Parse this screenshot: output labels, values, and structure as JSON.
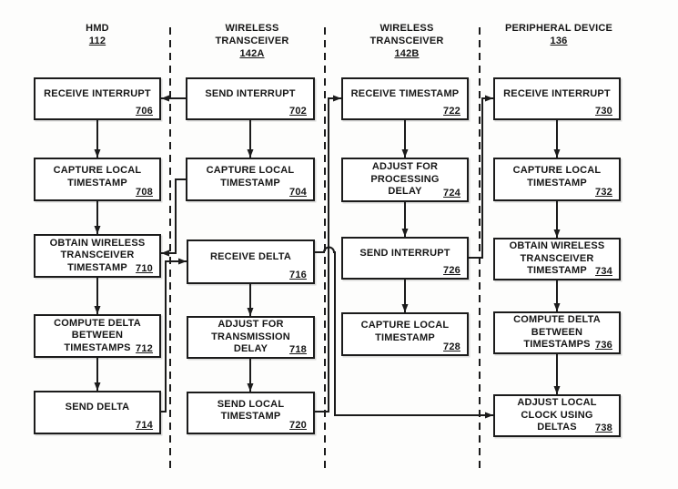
{
  "columns": [
    {
      "l1": "HMD",
      "ref": "112"
    },
    {
      "l1": "WIRELESS",
      "l2": "TRANSCEIVER",
      "ref": "142A"
    },
    {
      "l1": "WIRELESS",
      "l2": "TRANSCEIVER",
      "ref": "142B"
    },
    {
      "l1": "PERIPHERAL DEVICE",
      "ref": "136"
    }
  ],
  "boxes": {
    "b706": {
      "l1": "RECEIVE INTERRUPT",
      "ref": "706"
    },
    "b708": {
      "l1": "CAPTURE LOCAL",
      "l2": "TIMESTAMP",
      "ref": "708"
    },
    "b710": {
      "l1": "OBTAIN WIRELESS",
      "l2": "TRANSCEIVER",
      "l3": "TIMESTAMP",
      "ref": "710"
    },
    "b712": {
      "l1": "COMPUTE DELTA",
      "l2": "BETWEEN",
      "l3": "TIMESTAMPS",
      "ref": "712"
    },
    "b714": {
      "l1": "SEND DELTA",
      "ref": "714"
    },
    "b702": {
      "l1": "SEND INTERRUPT",
      "ref": "702"
    },
    "b704": {
      "l1": "CAPTURE LOCAL",
      "l2": "TIMESTAMP",
      "ref": "704"
    },
    "b716": {
      "l1": "RECEIVE DELTA",
      "ref": "716"
    },
    "b718": {
      "l1": "ADJUST FOR",
      "l2": "TRANSMISSION",
      "l3": "DELAY",
      "ref": "718"
    },
    "b720": {
      "l1": "SEND LOCAL",
      "l2": "TIMESTAMP",
      "ref": "720"
    },
    "b722": {
      "l1": "RECEIVE TIMESTAMP",
      "ref": "722"
    },
    "b724": {
      "l1": "ADJUST FOR",
      "l2": "PROCESSING",
      "l3": "DELAY",
      "ref": "724"
    },
    "b726": {
      "l1": "SEND INTERRUPT",
      "ref": "726"
    },
    "b728": {
      "l1": "CAPTURE LOCAL",
      "l2": "TIMESTAMP",
      "ref": "728"
    },
    "b730": {
      "l1": "RECEIVE INTERRUPT",
      "ref": "730"
    },
    "b732": {
      "l1": "CAPTURE LOCAL",
      "l2": "TIMESTAMP",
      "ref": "732"
    },
    "b734": {
      "l1": "OBTAIN WIRELESS",
      "l2": "TRANSCEIVER",
      "l3": "TIMESTAMP",
      "ref": "734"
    },
    "b736": {
      "l1": "COMPUTE DELTA",
      "l2": "BETWEEN",
      "l3": "TIMESTAMPS",
      "ref": "736"
    },
    "b738": {
      "l1": "ADJUST LOCAL",
      "l2": "CLOCK USING",
      "l3": "DELTAS",
      "ref": "738"
    }
  },
  "edges": [
    {
      "from": "702",
      "to": "706"
    },
    {
      "from": "706",
      "to": "708"
    },
    {
      "from": "702",
      "to": "704"
    },
    {
      "from": "708",
      "to": "710"
    },
    {
      "from": "704",
      "to": "710"
    },
    {
      "from": "710",
      "to": "712"
    },
    {
      "from": "712",
      "to": "714"
    },
    {
      "from": "714",
      "to": "716"
    },
    {
      "from": "716",
      "to": "718"
    },
    {
      "from": "718",
      "to": "720"
    },
    {
      "from": "716",
      "to": "738"
    },
    {
      "from": "720",
      "to": "722"
    },
    {
      "from": "722",
      "to": "724"
    },
    {
      "from": "724",
      "to": "726"
    },
    {
      "from": "726",
      "to": "728"
    },
    {
      "from": "726",
      "to": "730"
    },
    {
      "from": "730",
      "to": "732"
    },
    {
      "from": "732",
      "to": "734"
    },
    {
      "from": "734",
      "to": "736"
    },
    {
      "from": "736",
      "to": "738"
    }
  ],
  "line_color": "#1b1b1b"
}
